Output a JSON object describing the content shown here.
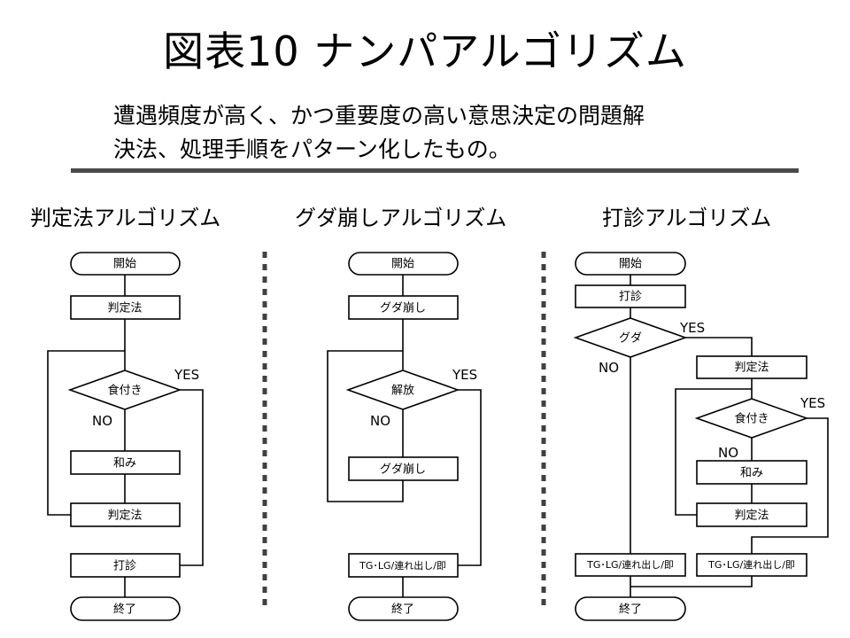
{
  "title": "図表10 ナンパアルゴリズム",
  "subtitle": {
    "line1": "遭遇頻度が高く、かつ重要度の高い意思決定の問題解",
    "line2": "決法、処理手順をパターン化したもの。"
  },
  "algorithms": [
    {
      "title": "判定法アルゴリズム",
      "nodes": {
        "start": "開始",
        "judge": "判定法",
        "decision": "食付き",
        "soften": "和み",
        "judge2": "判定法",
        "tap": "打診",
        "end": "終了"
      },
      "yes": "YES",
      "no": "NO"
    },
    {
      "title": "グダ崩しアルゴリズム",
      "nodes": {
        "start": "開始",
        "guda": "グダ崩し",
        "decision": "解放",
        "guda2": "グダ崩し",
        "action": "TG･LG/連れ出し/即",
        "end": "終了"
      },
      "yes": "YES",
      "no": "NO"
    },
    {
      "title": "打診アルゴリズム",
      "nodes": {
        "start": "開始",
        "tap": "打診",
        "decision": "グダ",
        "judge": "判定法",
        "decision2": "食付き",
        "soften": "和み",
        "judge2": "判定法",
        "action_left": "TG･LG/連れ出し/即",
        "action_right": "TG･LG/連れ出し/即",
        "end": "終了"
      },
      "yes1": "YES",
      "no1": "NO",
      "yes2": "YES",
      "no2": "NO"
    }
  ],
  "colors": {
    "line": "#000000",
    "divider": "#404040",
    "rule": "#4a4a4a"
  }
}
